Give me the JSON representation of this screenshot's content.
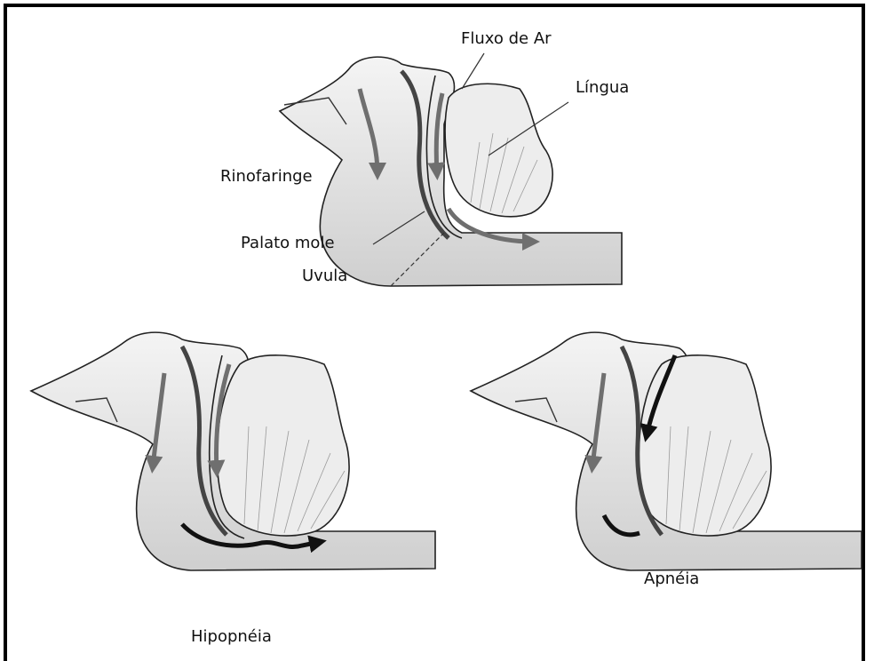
{
  "labels": {
    "airflow": "Fluxo de Ar",
    "tongue": "Língua",
    "nasopharynx": "Rinofaringe",
    "soft_palate": "Palato mole",
    "uvula": "Uvula",
    "hypopnea": "Hipopnéia",
    "apnea": "Apnéia"
  },
  "colors": {
    "outline": "#222222",
    "tissue": "#e6e6e6",
    "tissue_dark": "#bdbdbd",
    "airflow_arrow": "#6f6f6f",
    "blocked_arrow": "#111111"
  },
  "icons": [
    "airflow-arrow",
    "blocked-airflow-arrow"
  ]
}
